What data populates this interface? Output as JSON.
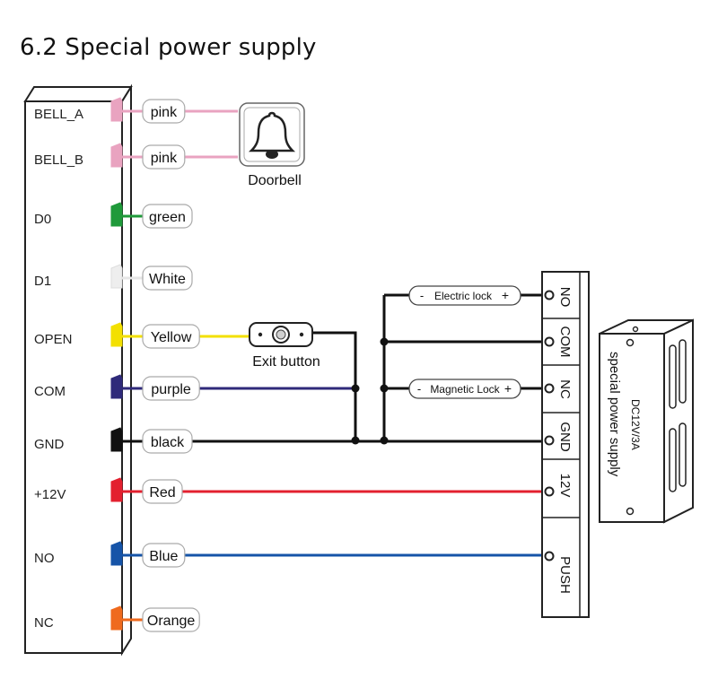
{
  "title": "6.2 Special power supply",
  "controller": {
    "pins": [
      {
        "label": "BELL_A",
        "wire": "pink",
        "color": "#e9a3c0"
      },
      {
        "label": "BELL_B",
        "wire": "pink",
        "color": "#e9a3c0"
      },
      {
        "label": "D0",
        "wire": "green",
        "color": "#1f9a3a"
      },
      {
        "label": "D1",
        "wire": "White",
        "color": "#eeeeee"
      },
      {
        "label": "OPEN",
        "wire": "Yellow",
        "color": "#f3e000"
      },
      {
        "label": "COM",
        "wire": "purple",
        "color": "#2f2a7a"
      },
      {
        "label": "GND",
        "wire": "black",
        "color": "#111111"
      },
      {
        "label": "+12V",
        "wire": "Red",
        "color": "#e3202f"
      },
      {
        "label": "NO",
        "wire": "Blue",
        "color": "#1654a8"
      },
      {
        "label": "NC",
        "wire": "Orange",
        "color": "#ef6a1e"
      }
    ]
  },
  "doorbell": {
    "label": "Doorbell",
    "icon": "bell-icon"
  },
  "exit_button": {
    "label": "Exit button",
    "icon": "push-button-icon"
  },
  "locks": {
    "electric": {
      "minus": "-",
      "label": "Electric lock",
      "plus": "+"
    },
    "magnetic": {
      "minus": "-",
      "label": "Magnetic Lock",
      "plus": "+"
    }
  },
  "terminal_block": {
    "terminals": [
      "NO",
      "COM",
      "NC",
      "GND",
      "12V",
      "PUSH"
    ]
  },
  "power_supply": {
    "model": "DC12V/3A",
    "label": "special power supply"
  }
}
